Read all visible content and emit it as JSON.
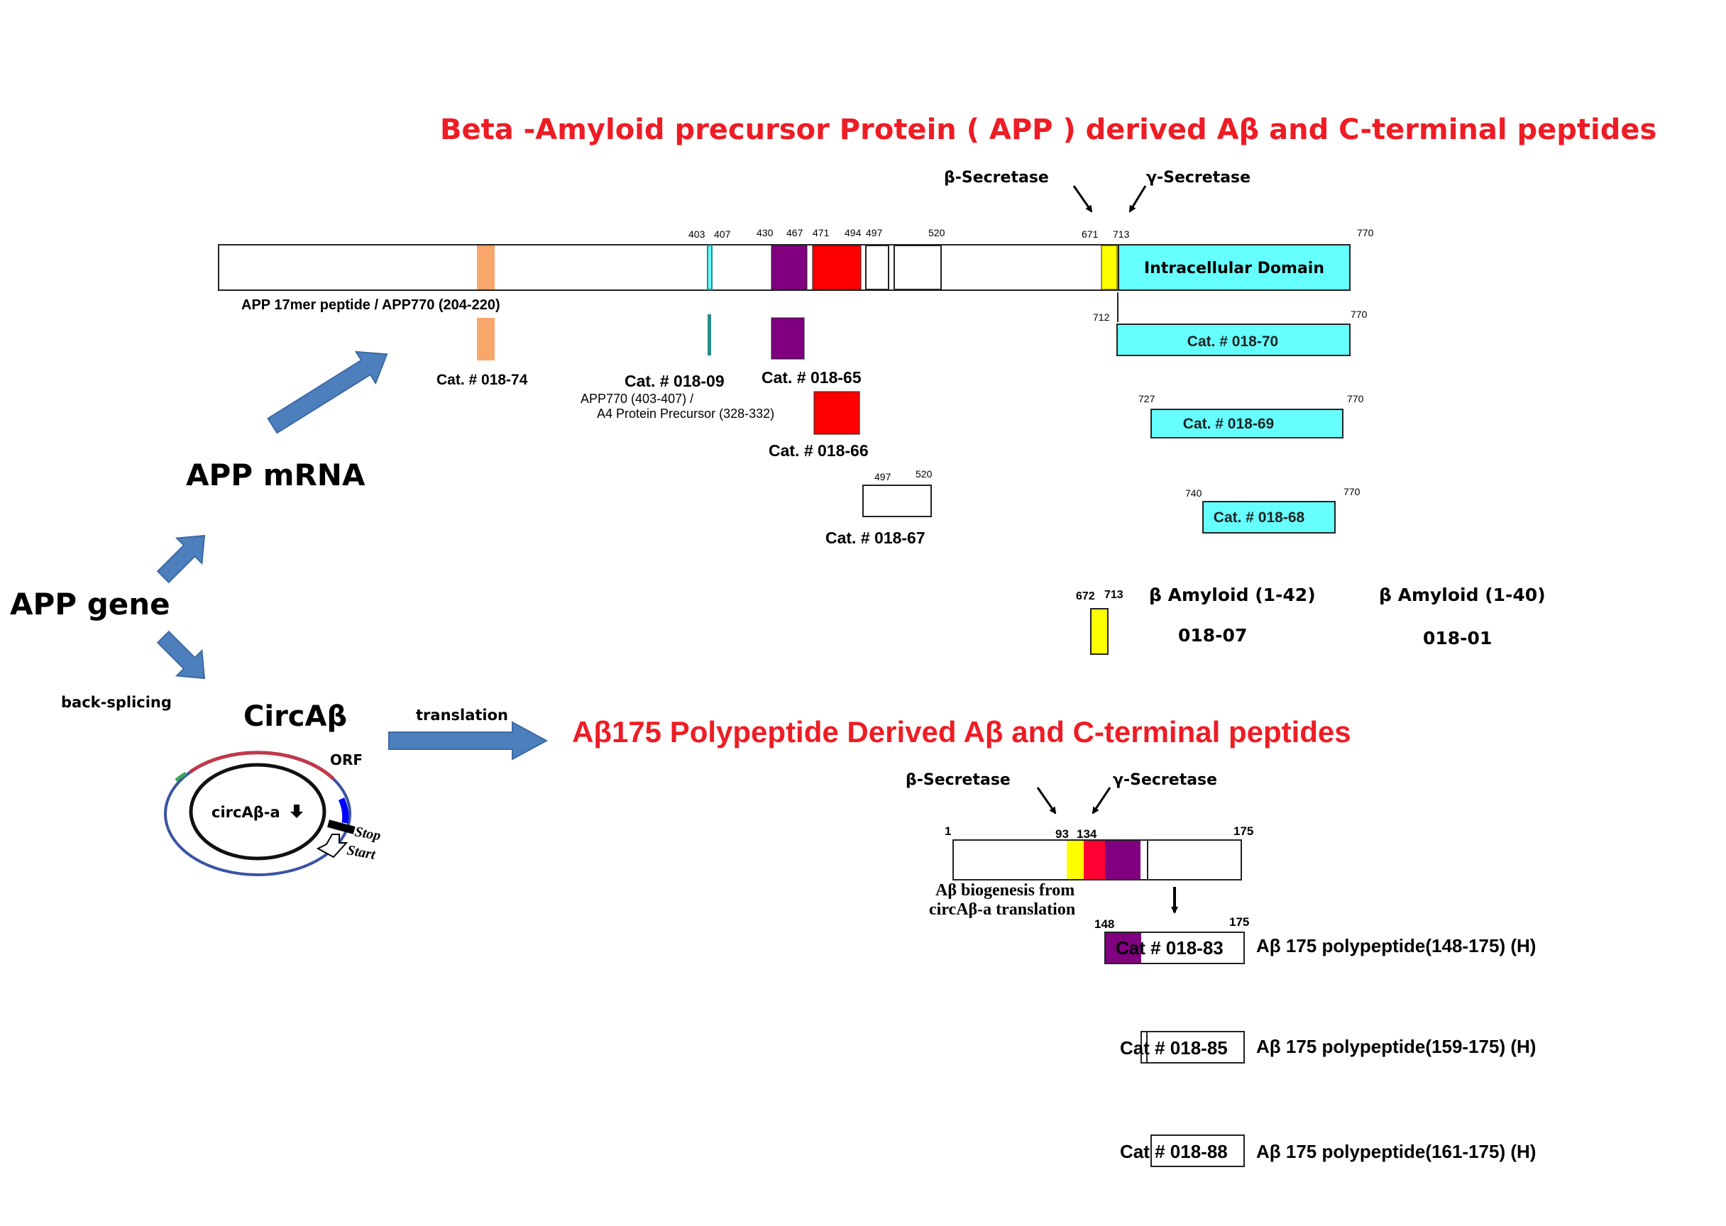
{
  "colors": {
    "title_red": "#ee1c24",
    "orange": "#f9a66b",
    "purple": "#800080",
    "red": "#ff0000",
    "cyan": "#66ffff",
    "yellow": "#ffff00",
    "arrow_blue": "#4e7fbd",
    "teal": "#2a8c8c"
  },
  "titles": {
    "app_title_part1": "Beta",
    "app_title_part2": "-Amyloid  precursor Protein",
    "app_title_paren_open": "(",
    "app_title_app": "APP",
    "app_title_paren_close": ")",
    "app_title_part3": "derived Aβ and",
    "app_title_cterm": "C-terminal",
    "app_title_peptides": "peptides",
    "ab175_title": "Aβ175  Polypeptide Derived Aβ  and C-terminal peptides"
  },
  "flow": {
    "app_gene": "APP gene",
    "app_mrna": "APP mRNA",
    "circ_ab": "CircAβ",
    "back_splicing": "back-splicing",
    "translation": "translation"
  },
  "circ": {
    "inner_label": "circAβ-a",
    "orf_label": "ORF",
    "stop_label": "Stop",
    "start_label": "Start"
  },
  "app_protein": {
    "beta_secretase": "β-Secretase",
    "gamma_secretase": "γ-Secretase",
    "positions": {
      "p403": "403",
      "p407": "407",
      "p430": "430",
      "p467": "467",
      "p471": "471",
      "p494": "494",
      "p497": "497",
      "p520": "520",
      "p671": "671",
      "p713": "713",
      "p770": "770"
    },
    "intracellular_domain": "Intracellular Domain",
    "peptide_17mer": "APP 17mer peptide / APP770 (204-220)"
  },
  "fragments": {
    "cat_018_74": "Cat.  # 018-74",
    "cat_018_09": "Cat. # 018-09",
    "app770_line1": "APP770 (403-407) /",
    "app770_line2": "A4 Protein Precursor (328-332)",
    "cat_018_65": "Cat. # 018-65",
    "cat_018_66": "Cat. # 018-66",
    "cat_018_67": "Cat. # 018-67",
    "f67_start": "497",
    "f67_end": "520",
    "f70_start": "712",
    "f70_end": "770",
    "cat_018_70": "Cat. # 018-70",
    "f69_start": "727",
    "f69_end": "770",
    "cat_018_69": "Cat. # 018-69",
    "f68_start": "740",
    "f68_end": "770",
    "cat_018_68": "Cat. # 018-68"
  },
  "amyloid": {
    "start": "672",
    "end": "713",
    "label_1_42": "β Amyloid (1-42)",
    "label_1_40": "β Amyloid (1-40)",
    "cat_1_42": "018-07",
    "cat_1_40": "018-01"
  },
  "ab175": {
    "beta_secretase": "β-Secretase",
    "gamma_secretase": "γ-Secretase",
    "pos_1": "1",
    "pos_93": "93",
    "pos_134": "134",
    "pos_175": "175",
    "biogenesis_line1": "Aβ biogenesis from",
    "biogenesis_line2": "circAβ-a translation",
    "f83_start": "148",
    "f83_end": "175",
    "cat_018_83": "Cat # 018-83",
    "desc_018_83": "Aβ 175 polypeptide(148-175) (H)",
    "cat_018_85": "Cat # 018-85",
    "desc_018_85": "Aβ 175 polypeptide(159-175) (H)",
    "cat_018_88": "Cat # 018-88",
    "desc_018_88": "Aβ 175 polypeptide(161-175) (H)"
  }
}
